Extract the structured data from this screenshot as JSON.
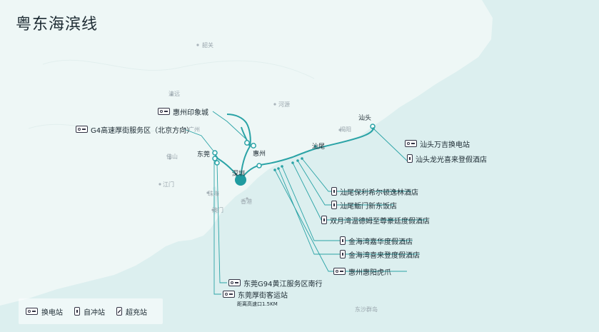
{
  "title": "粤东海滨线",
  "colors": {
    "land": "#eef7f6",
    "sea": "#dcefef",
    "route": "#2aa3a6",
    "accent": "#1f9ba0",
    "text": "#1d2b33",
    "place_text": "#9aa6ad"
  },
  "places": [
    "韶关",
    "清远",
    "河源",
    "广州",
    "佛山",
    "江门",
    "揭阳",
    "香港",
    "珠海",
    "澳门",
    "东沙群岛"
  ],
  "cities": [
    "汕头",
    "惠州",
    "东莞",
    "深圳",
    "汕尾"
  ],
  "stations": [
    {
      "label": "惠州印象城",
      "icon": "swap-icon"
    },
    {
      "label": "G4高速厚街服务区（北京方向）",
      "icon": "swap-icon"
    },
    {
      "label": "汕头万吉换电站",
      "icon": "swap-icon"
    },
    {
      "label": "汕头龙光喜来登假酒店",
      "icon": "self-service-icon"
    },
    {
      "label": "汕尾保利希尔顿逸林酒店",
      "icon": "self-service-icon"
    },
    {
      "label": "汕尾鲘门新东饭店",
      "icon": "self-service-icon"
    },
    {
      "label": "双月湾温德姆至尊豪廷度假酒店",
      "icon": "self-service-icon"
    },
    {
      "label": "金海湾嘉华度假酒店",
      "icon": "self-service-icon"
    },
    {
      "label": "金海湾喜来登度假酒店",
      "icon": "self-service-icon"
    },
    {
      "label": "惠州惠阳虎爪",
      "icon": "swap-icon"
    },
    {
      "label": "东莞G94黄江服务区南行",
      "icon": "swap-icon"
    },
    {
      "label": "东莞厚街客运站",
      "icon": "swap-icon"
    }
  ],
  "note": "距离高速口1.5KM",
  "legend": [
    {
      "label": "换电站",
      "icon": "swap-icon"
    },
    {
      "label": "自冲站",
      "icon": "self-service-icon"
    },
    {
      "label": "超充站",
      "icon": "supercharger-icon"
    }
  ]
}
